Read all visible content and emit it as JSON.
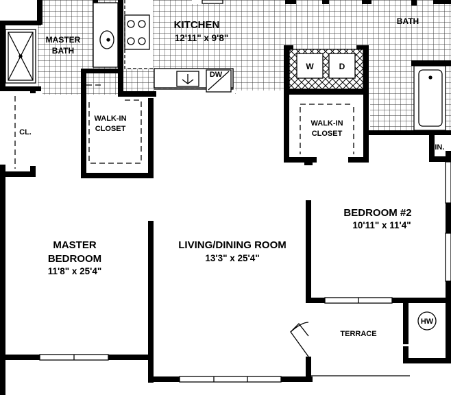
{
  "rooms": {
    "kitchen": {
      "name": "KITCHEN",
      "dims": "12'11\" x 9'8\""
    },
    "master_bath": {
      "line1": "MASTER",
      "line2": "BATH"
    },
    "bath": {
      "name": "BATH"
    },
    "closet_master": {
      "line1": "WALK-IN",
      "line2": "CLOSET"
    },
    "closet_second": {
      "line1": "WALK-IN",
      "line2": "CLOSET"
    },
    "closet_small": {
      "name": "CL."
    },
    "master_bedroom": {
      "line1": "MASTER",
      "line2": "BEDROOM",
      "dims": "11'8\" x 25'4\""
    },
    "living": {
      "name": "LIVING/DINING ROOM",
      "dims": "13'3\" x 25'4\""
    },
    "bedroom2": {
      "name": "BEDROOM #2",
      "dims": "10'11\" x 11'4\""
    },
    "terrace": {
      "name": "TERRACE"
    },
    "linen": {
      "name": "LIN."
    }
  },
  "appliances": {
    "washer": "W",
    "dryer": "D",
    "dishwasher": "DW",
    "water_heater": "HW"
  },
  "colors": {
    "wall": "#000000",
    "background": "#ffffff",
    "tile_grid": "#333333"
  }
}
